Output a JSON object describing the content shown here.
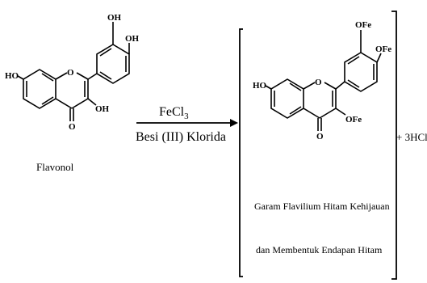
{
  "reaction": {
    "reactant": {
      "name": "Flavonol",
      "groups": {
        "oh_top_left": "OH",
        "oh_top_right": "OH",
        "ho_left": "HO",
        "oh_ring": "OH",
        "ring_o": "O",
        "carbonyl_o": "O"
      }
    },
    "arrow": {
      "reagent_formula_main": "FeCl",
      "reagent_formula_sub": "3",
      "reagent_name": "Besi (III) Klorida"
    },
    "product": {
      "groups": {
        "ofe_top": "OFe",
        "ofe_right": "OFe",
        "ho_left": "HO",
        "ofe_ring": "OFe",
        "ring_o": "O",
        "carbonyl_o": "O"
      },
      "caption_line1": "Garam Flavilium Hitam Kehijauan",
      "caption_line2": "dan Membentuk Endapan Hitam"
    },
    "byproduct": "+ 3HCl"
  }
}
